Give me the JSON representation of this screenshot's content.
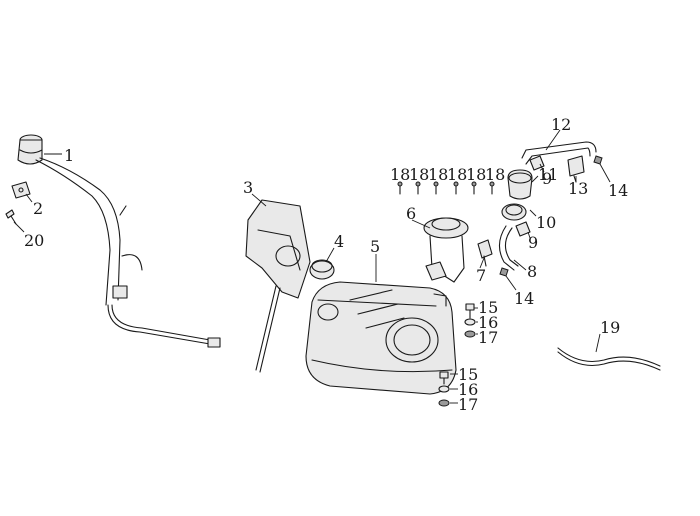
{
  "callouts": {
    "c1": "1",
    "c2": "2",
    "c3": "3",
    "c4": "4",
    "c5": "5",
    "c6": "6",
    "c7": "7",
    "c8": "8",
    "c9a": "9",
    "c9b": "9",
    "c10": "10",
    "c11": "11",
    "c12": "12",
    "c13": "13",
    "c14a": "14",
    "c14b": "14",
    "c15a": "15",
    "c15b": "15",
    "c16a": "16",
    "c16b": "16",
    "c17a": "17",
    "c17b": "17",
    "c18a": "18",
    "c18b": "18",
    "c18c": "18",
    "c18d": "18",
    "c18e": "18",
    "c18f": "18",
    "c19": "19",
    "c20": "20"
  }
}
